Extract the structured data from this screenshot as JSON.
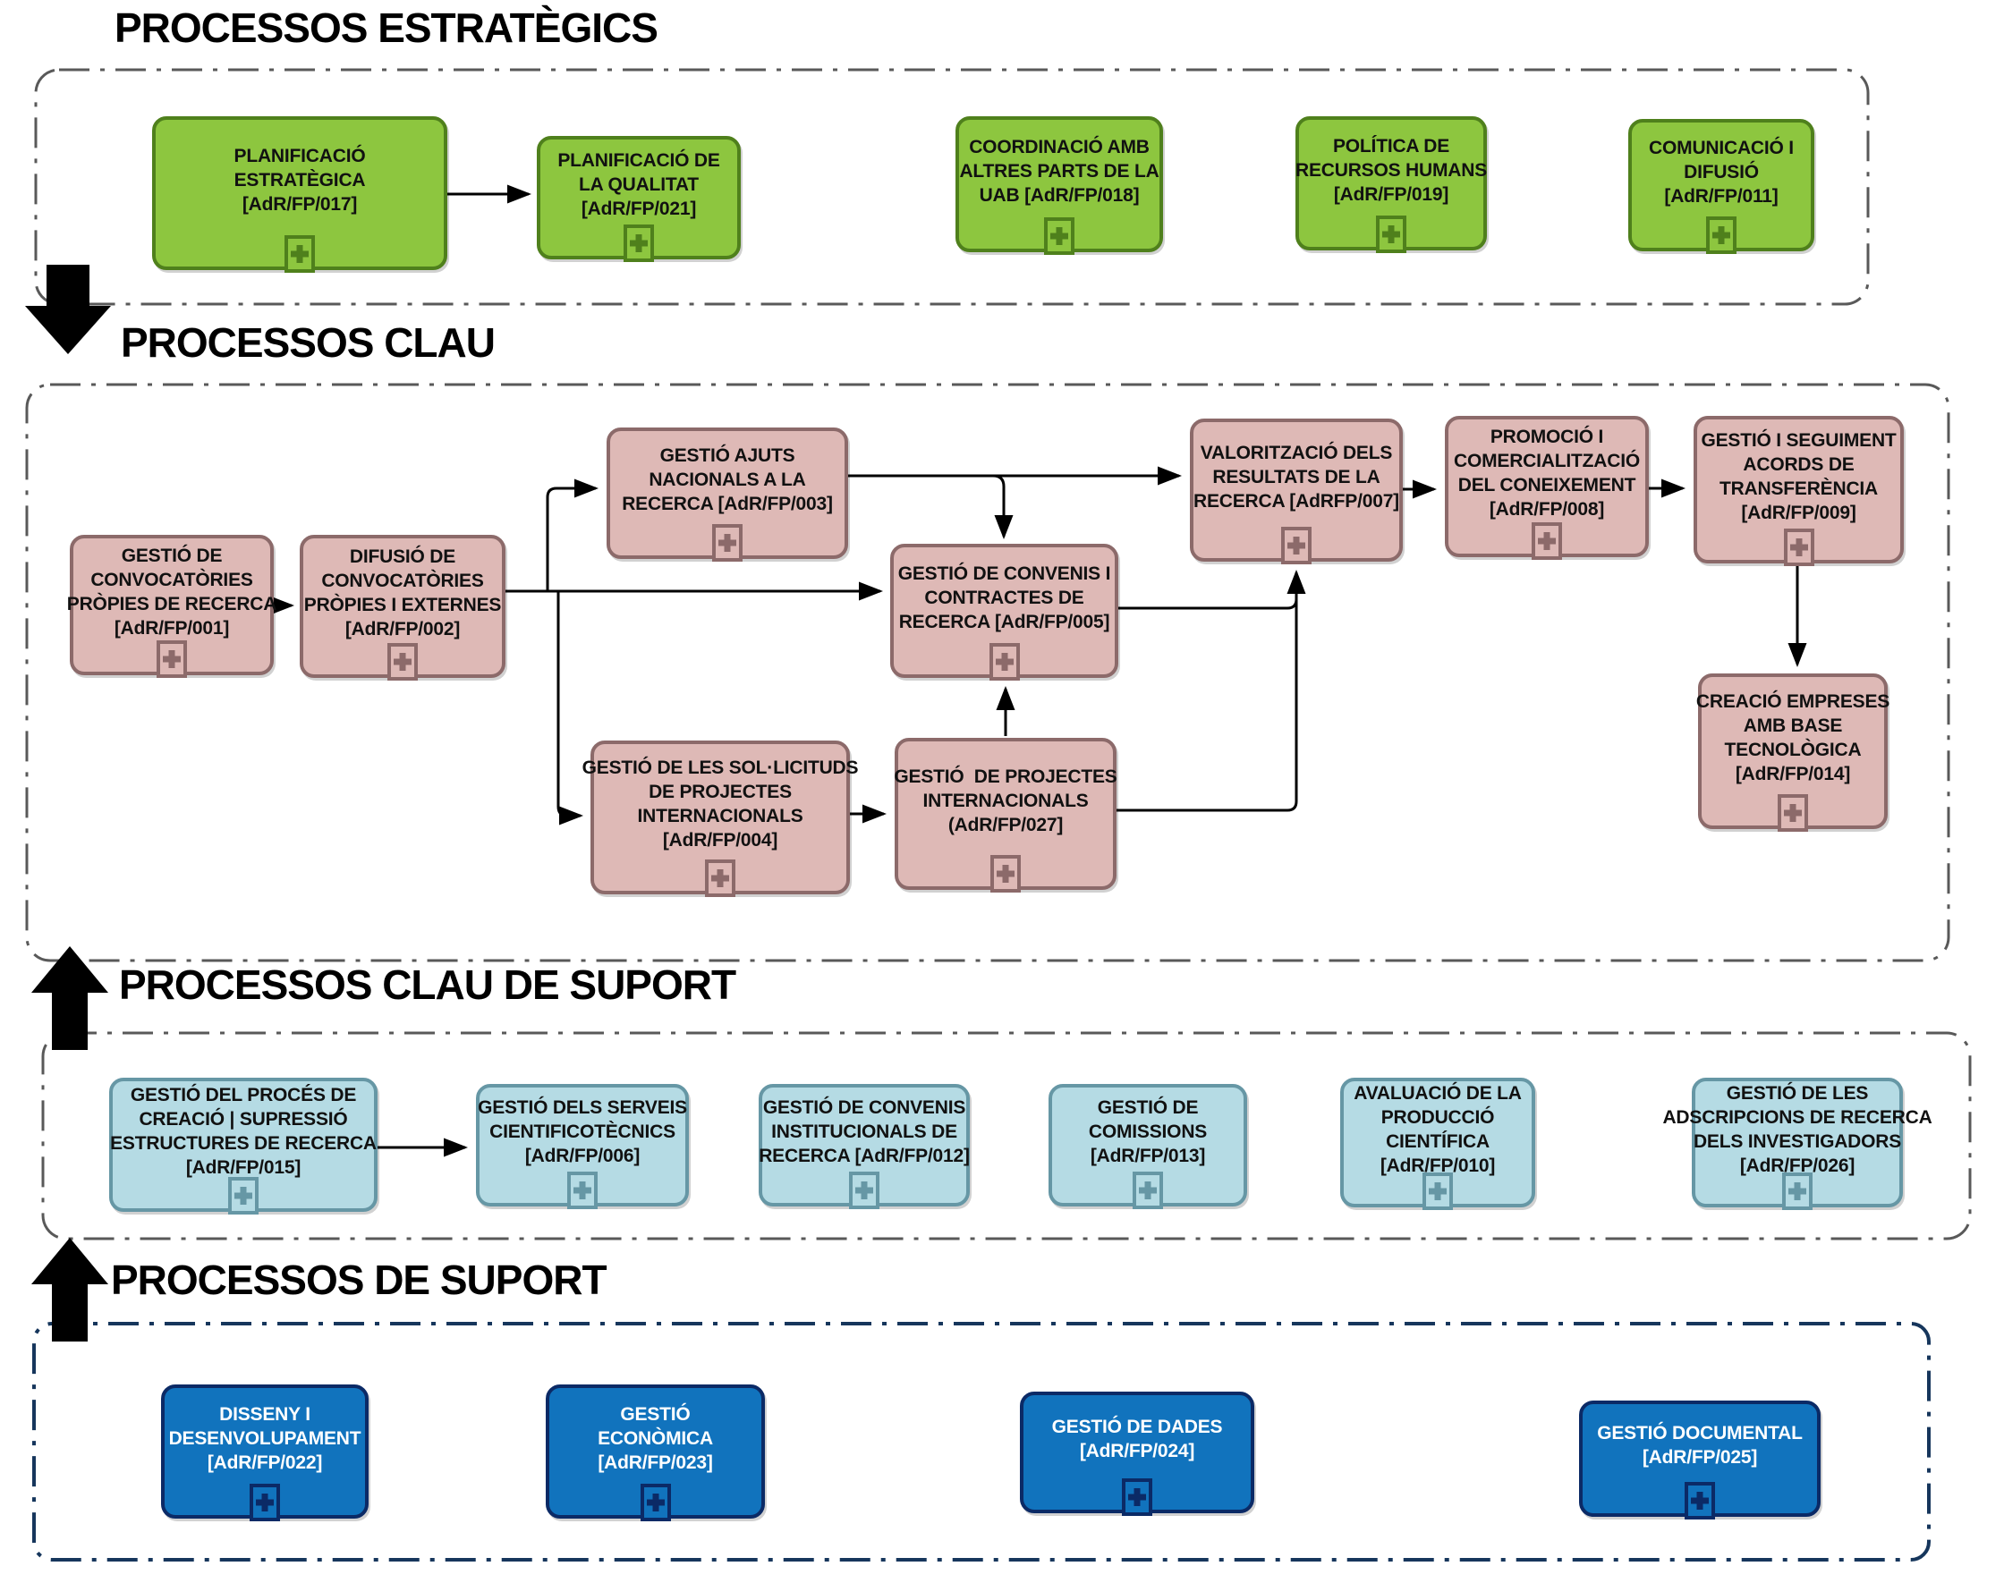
{
  "palette": {
    "greenFill": "#8DC63F",
    "greenBorder": "#4F801C",
    "pinkFill": "#DEB9B6",
    "pinkBorder": "#8C6A6A",
    "blueFill": "#B5DBE4",
    "blueBorder": "#6697A5",
    "navyFill": "#1173BD",
    "navyBorder": "#0B2A66",
    "containerGray": "#595959",
    "containerNavy": "#16365C",
    "connector": "#000000"
  },
  "sections": {
    "estrategics": {
      "title": "PROCESSOS ESTRATÈGICS",
      "boxes": [
        {
          "code": "AdR/FP/017",
          "label": "PLANIFICACIÓ\nESTRATÈGICA\n[AdR/FP/017]"
        },
        {
          "code": "AdR/FP/021",
          "label": "PLANIFICACIÓ DE\nLA QUALITAT\n[AdR/FP/021]"
        },
        {
          "code": "AdR/FP/018",
          "label": "COORDINACIÓ AMB\nALTRES PARTS DE LA\nUAB [AdR/FP/018]"
        },
        {
          "code": "AdR/FP/019",
          "label": "POLÍTICA DE\nRECURSOS HUMANS\n[AdR/FP/019]"
        },
        {
          "code": "AdR/FP/011",
          "label": "COMUNICACIÓ I\nDIFUSIÓ\n[AdR/FP/011]"
        }
      ]
    },
    "clau": {
      "title": "PROCESSOS CLAU",
      "boxes": [
        {
          "code": "AdR/FP/001",
          "label": "GESTIÓ DE\nCONVOCATÒRIES\nPRÒPIES DE RECERCA\n[AdR/FP/001]"
        },
        {
          "code": "AdR/FP/002",
          "label": "DIFUSIÓ DE\nCONVOCATÒRIES\nPRÒPIES I EXTERNES\n[AdR/FP/002]"
        },
        {
          "code": "AdR/FP/003",
          "label": "GESTIÓ AJUTS\nNACIONALS A LA\nRECERCA [AdR/FP/003]"
        },
        {
          "code": "AdR/FP/005",
          "label": "GESTIÓ DE CONVENIS I\nCONTRACTES DE\nRECERCA [AdR/FP/005]"
        },
        {
          "code": "AdR/FP/004",
          "label": "GESTIÓ DE LES SOL·LICITUDS\nDE PROJECTES\nINTERNACIONALS\n[AdR/FP/004]"
        },
        {
          "code": "AdR/FP/027",
          "label": "GESTIÓ  DE PROJECTES\nINTERNACIONALS\n(AdR/FP/027]"
        },
        {
          "code": "AdRFP/007",
          "label": "VALORITZACIÓ DELS\nRESULTATS DE LA\nRECERCA [AdRFP/007]"
        },
        {
          "code": "AdR/FP/008",
          "label": "PROMOCIÓ I\nCOMERCIALITZACIÓ\nDEL CONEIXEMENT\n[AdR/FP/008]"
        },
        {
          "code": "AdR/FP/009",
          "label": "GESTIÓ I SEGUIMENT\nACORDS DE\nTRANSFERÈNCIA\n[AdR/FP/009]"
        },
        {
          "code": "AdR/FP/014",
          "label": "CREACIÓ EMPRESES\nAMB BASE\nTECNOLÒGICA\n[AdR/FP/014]"
        }
      ]
    },
    "clauSuport": {
      "title": "PROCESSOS CLAU DE SUPORT",
      "boxes": [
        {
          "code": "AdR/FP/015",
          "label": "GESTIÓ DEL PROCÉS DE\nCREACIÓ | SUPRESSIÓ\nESTRUCTURES DE RECERCA\n[AdR/FP/015]"
        },
        {
          "code": "AdR/FP/006",
          "label": "GESTIÓ DELS SERVEIS\nCIENTIFICOTÈCNICS\n[AdR/FP/006]"
        },
        {
          "code": "AdR/FP/012",
          "label": "GESTIÓ DE CONVENIS\nINSTITUCIONALS DE\nRECERCA [AdR/FP/012]"
        },
        {
          "code": "AdR/FP/013",
          "label": "GESTIÓ DE\nCOMISSIONS\n[AdR/FP/013]"
        },
        {
          "code": "AdR/FP/010",
          "label": "AVALUACIÓ DE LA\nPRODUCCIÓ\nCIENTÍFICA\n[AdR/FP/010]"
        },
        {
          "code": "AdR/FP/026",
          "label": "GESTIÓ DE LES\nADSCRIPCIONS DE RECERCA\nDELS INVESTIGADORS\n[AdR/FP/026]"
        }
      ]
    },
    "suport": {
      "title": "PROCESSOS DE SUPORT",
      "boxes": [
        {
          "code": "AdR/FP/022",
          "label": "DISSENY I\nDESENVOLUPAMENT\n[AdR/FP/022]"
        },
        {
          "code": "AdR/FP/023",
          "label": "GESTIÓ\nECONÒMICA\n[AdR/FP/023]"
        },
        {
          "code": "AdR/FP/024",
          "label": "GESTIÓ DE DADES\n[AdR/FP/024]"
        },
        {
          "code": "AdR/FP/025",
          "label": "GESTIÓ DOCUMENTAL\n[AdR/FP/025]"
        }
      ]
    }
  },
  "connections": [
    "AdR/FP/017 → AdR/FP/021",
    "AdR/FP/001 → AdR/FP/002",
    "AdR/FP/002 → AdR/FP/003",
    "AdR/FP/002 → AdR/FP/005",
    "AdR/FP/002 → AdR/FP/004",
    "AdR/FP/003 → AdRFP/007",
    "AdR/FP/003 → AdR/FP/005",
    "AdR/FP/004 → AdR/FP/027",
    "AdR/FP/027 → AdR/FP/005",
    "AdR/FP/005 → AdRFP/007",
    "AdR/FP/027 → AdRFP/007",
    "AdRFP/007 → AdR/FP/008",
    "AdR/FP/008 → AdR/FP/009",
    "AdR/FP/009 → AdR/FP/014",
    "AdR/FP/015 → AdR/FP/006"
  ]
}
